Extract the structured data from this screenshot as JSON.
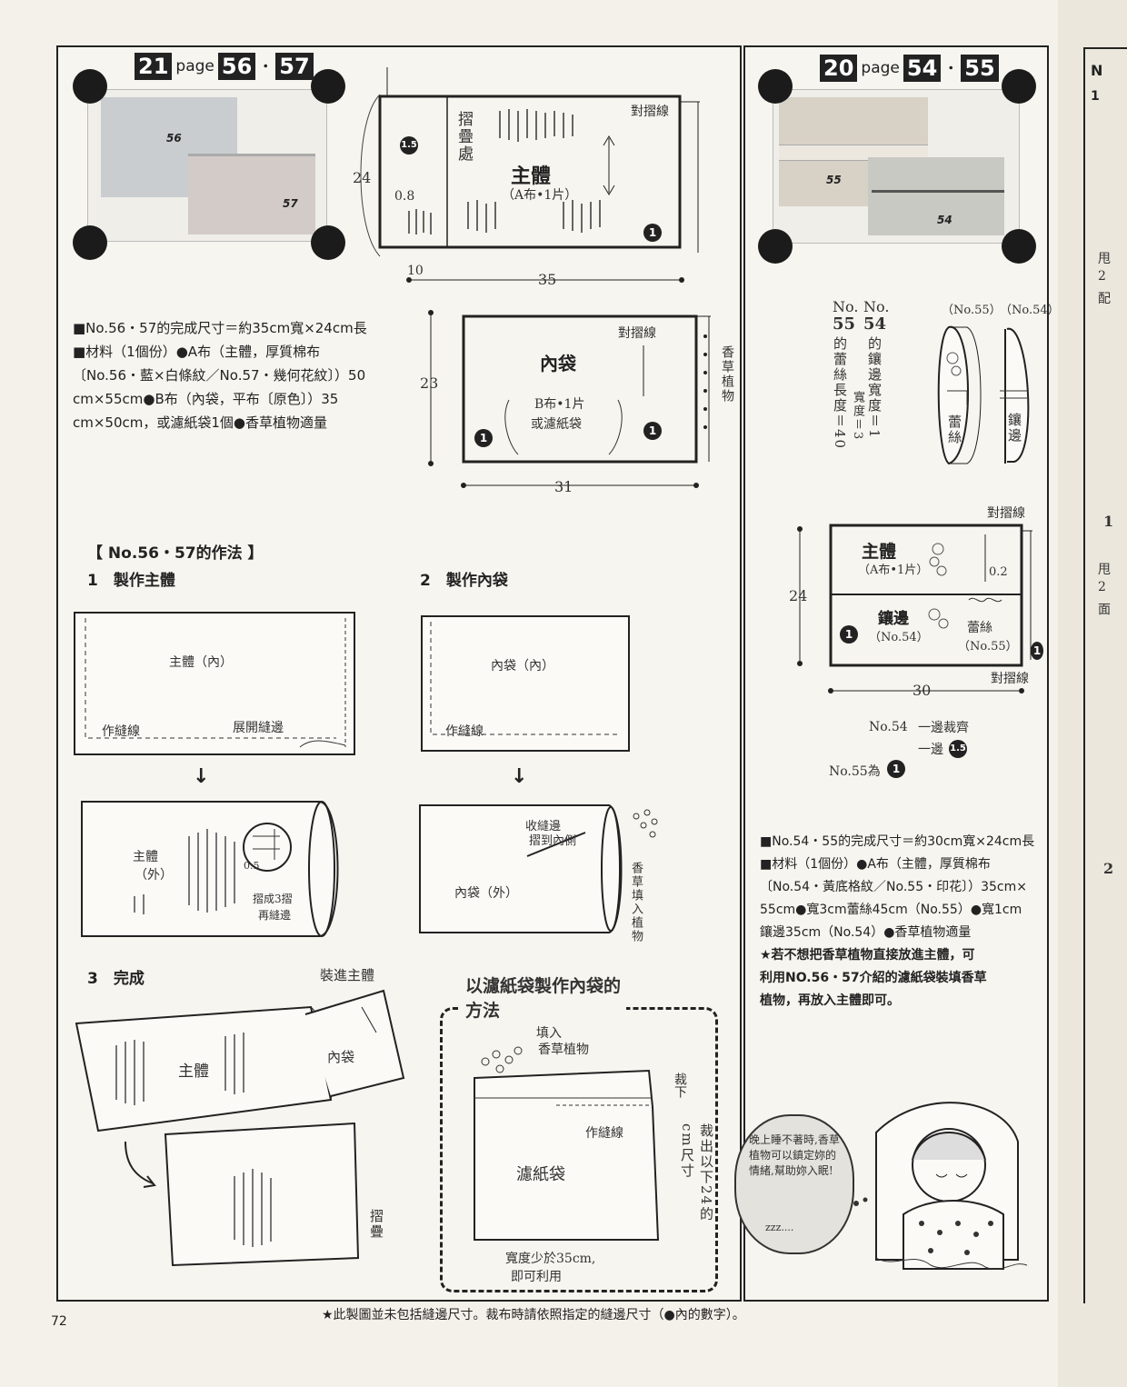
{
  "left": {
    "tag": {
      "num": "21",
      "word": "page",
      "p1": "56",
      "p2": "57"
    },
    "photo_labels": [
      "56",
      "57"
    ],
    "main_diagram": {
      "fold_label": "摺疊處",
      "body_title": "主體",
      "body_sub": "（A布•1片）",
      "fold_line": "對摺線",
      "seam_a": "1.5",
      "seam_b": "0.8",
      "seam_c": "1",
      "height": "24",
      "width_small": "10",
      "width": "35"
    },
    "inner_diagram": {
      "title": "內袋",
      "sub1": "B布•1片",
      "sub2": "或濾紙袋",
      "fold_line": "對摺線",
      "side": "香草植物",
      "seam": "1",
      "height": "23",
      "width": "31"
    },
    "info": {
      "line1": "■No.56・57的完成尺寸＝約35cm寬×24cm長",
      "line2": "■材料（1個份）●A布（主體，厚質棉布",
      "line3": "〔No.56・藍×白條紋／No.57・幾何花紋〕）50",
      "line4": "cm×55cm●B布（內袋，平布〔原色〕）35",
      "line5": "cm×50cm，或濾紙袋1個●香草植物適量"
    },
    "method_title": "【 No.56・57的作法 】",
    "step1": {
      "title": "1　製作主體",
      "a_label": "主體（內）",
      "a_seam": "作縫線",
      "a_open": "展開縫邊",
      "b_label": "主體",
      "b_sub": "（外）",
      "b_dim": "0.5",
      "b_note1": "摺成3摺",
      "b_note2": "再縫邊"
    },
    "step2": {
      "title": "2　製作內袋",
      "a_label": "內袋（內）",
      "a_seam": "作縫線",
      "b_label": "內袋（外）",
      "b_note1": "收縫邊",
      "b_note2": "摺到內側",
      "b_side": "香草填入植物"
    },
    "step3": {
      "title": "3　完成",
      "insert": "裝進主體",
      "body": "主體",
      "inner": "內袋",
      "fold": "摺疊"
    },
    "filter": {
      "title1": "以濾紙袋製作內袋的",
      "title2": "方法",
      "fill1": "填入",
      "fill2": "香草植物",
      "cut": "裁下",
      "seam": "作縫線",
      "label": "濾紙袋",
      "note": "裁出以下24的cm尺寸",
      "width1": "寬度少於35cm,",
      "width2": "即可利用"
    }
  },
  "right": {
    "tag": {
      "num": "20",
      "word": "page",
      "p1": "54",
      "p2": "55"
    },
    "photo_labels": [
      "55",
      "54"
    ],
    "notes": {
      "n55_head": "No.",
      "n55_num": "55",
      "n55_text": "的蕾絲長度＝40",
      "n54_head": "No.",
      "n54_num": "54",
      "n54_text": "的鑲邊寬度＝1",
      "n54_text2": "寬度＝3"
    },
    "sketch": {
      "l55": "（No.55）",
      "l54": "（No.54）",
      "lace": "蕾絲",
      "trim": "鑲邊"
    },
    "diagram": {
      "fold_top": "對摺線",
      "fold_bottom": "對摺線",
      "body": "主體",
      "body_sub": "（A布•1片）",
      "trim": "鑲邊",
      "trim_sub": "（No.54）",
      "lace": "蕾絲",
      "lace_sub": "（No.55）",
      "gap": "0.2",
      "height": "24",
      "width": "30",
      "seam": "1"
    },
    "seams": {
      "no54": "No.54",
      "opt1": "一邊裁齊",
      "opt2": "一邊",
      "opt2_num": "1.5",
      "no55": "No.55為",
      "no55_num": "1"
    },
    "info": {
      "line1": "■No.54・55的完成尺寸＝約30cm寬×24cm長",
      "line2": "■材料（1個份）●A布（主體，厚質棉布",
      "line3": "〔No.54・黃底格紋／No.55・印花〕）35cm×",
      "line4": "55cm●寬3cm蕾絲45cm（No.55）●寬1cm",
      "line5": "鑲邊35cm（No.54）●香草植物適量",
      "line6": "★若不想把香草植物直接放進主體，可",
      "line7": "利用NO.56・57介紹的濾紙袋裝填香草",
      "line8": "植物，再放入主體即可。"
    },
    "bubble": "晚上睡不著時,香草植物可以鎮定妳的情緒,幫助妳入眠!",
    "zzz": "zzz...."
  },
  "footer": {
    "page_number": "72",
    "note": "★此製圖並未包括縫邊尺寸。裁布時請依照指定的縫邊尺寸（●內的數字）。"
  },
  "edge": {
    "n": "N",
    "one": "1",
    "chars": [
      "甩",
      "2",
      "配",
      "1",
      "甩",
      "2",
      "面",
      "2"
    ]
  }
}
